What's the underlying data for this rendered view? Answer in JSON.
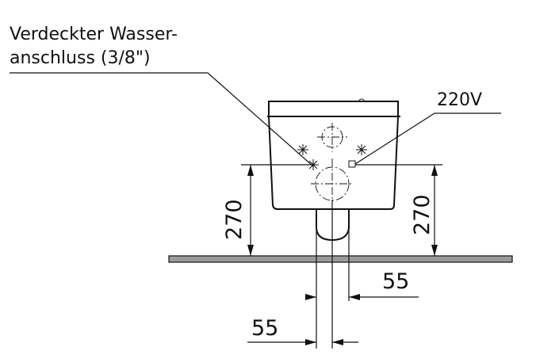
{
  "labels": {
    "water_connection_line1": "Verdeckter Wasser-",
    "water_connection_line2": "anschluss (3/8\")",
    "power": "220V"
  },
  "dimensions": {
    "left_height": "270",
    "right_height": "270",
    "right_offset": "55",
    "bottom_offset": "55"
  }
}
